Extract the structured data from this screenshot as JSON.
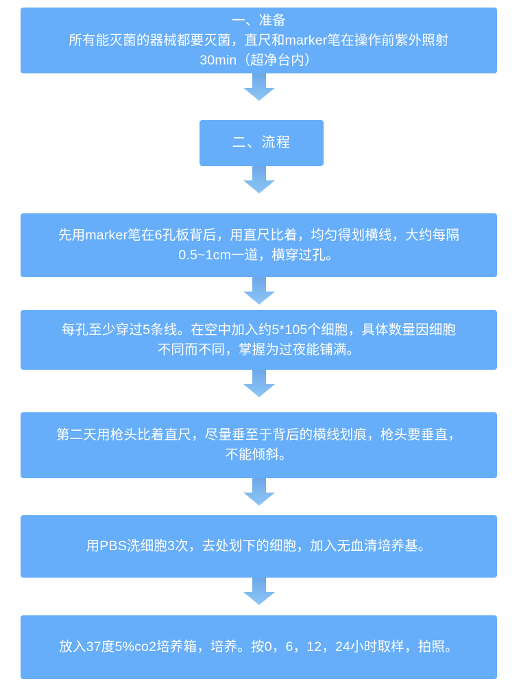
{
  "diagram": {
    "title_sequence": [
      "一、准备",
      "二、流程"
    ],
    "background_color": "#ffffff",
    "node_color": "#66aef9",
    "text_color": "#ffffff",
    "arrow_color_top": "#6ba8e8",
    "arrow_color_bottom": "#8dc6f5",
    "nodes": [
      {
        "id": "step-preparation",
        "text": "一、准备\n所有能灭菌的器械都要灭菌，直尺和marker笔在操作前紫外照射\n30min（超净台内）"
      },
      {
        "id": "step-procedure-header",
        "text": "二、流程"
      },
      {
        "id": "step-draw-lines",
        "text": "先用marker笔在6孔板背后，用直尺比着，均匀得划横线，大约每隔\n0.5~1cm一道，横穿过孔。"
      },
      {
        "id": "step-seed-cells",
        "text": "每孔至少穿过5条线。在空中加入约5*105个细胞，具体数量因细胞\n不同而不同，掌握为过夜能铺满。"
      },
      {
        "id": "step-scratch",
        "text": "第二天用枪头比着直尺，尽量垂至于背后的横线划痕，枪头要垂直，\n不能倾斜。"
      },
      {
        "id": "step-wash",
        "text": "用PBS洗细胞3次，去处划下的细胞，加入无血清培养基。"
      },
      {
        "id": "step-incubate",
        "text": "放入37度5%co2培养箱，培养。按0，6，12，24小时取样，拍照。"
      }
    ],
    "connectors": [
      {
        "id": "arrow-1",
        "from": "step-preparation",
        "to": "step-procedure-header"
      },
      {
        "id": "arrow-2",
        "from": "step-procedure-header",
        "to": "step-draw-lines"
      },
      {
        "id": "arrow-3",
        "from": "step-draw-lines",
        "to": "step-seed-cells"
      },
      {
        "id": "arrow-4",
        "from": "step-seed-cells",
        "to": "step-scratch"
      },
      {
        "id": "arrow-5",
        "from": "step-scratch",
        "to": "step-wash"
      },
      {
        "id": "arrow-6",
        "from": "step-wash",
        "to": "step-incubate"
      }
    ]
  }
}
